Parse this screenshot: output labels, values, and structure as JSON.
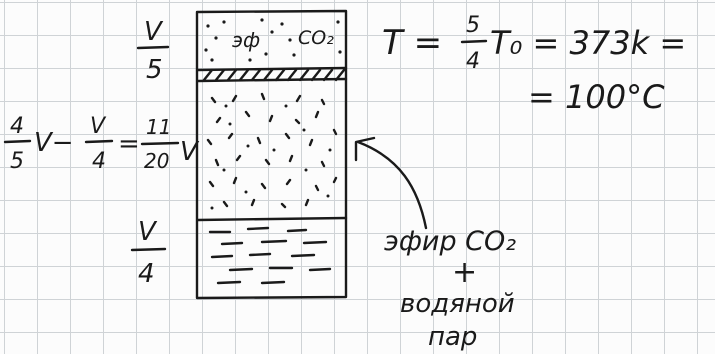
{
  "note": {
    "level_top": {
      "numerator": "V",
      "denominator": "5"
    },
    "level_bottom": {
      "numerator": "V",
      "denominator": "4"
    },
    "volume_calc": {
      "a_num": "4",
      "a_den": "5",
      "mid": "V−",
      "b_num": "V",
      "b_den": "4",
      "eq": "=",
      "c_num": "11",
      "c_den": "20",
      "tail": "V"
    },
    "top_gas_label": "эф",
    "top_gas_formula": "CO₂",
    "temperature_line1": "T = ",
    "temperature_frac_num": "5",
    "temperature_frac_den": "4",
    "temperature_after": "T₀ = 373k =",
    "temperature_line2": "= 100°C",
    "annotation": {
      "line1": "эфир CO₂",
      "plus": "+",
      "line2": "водяной",
      "line3": "пар"
    }
  }
}
